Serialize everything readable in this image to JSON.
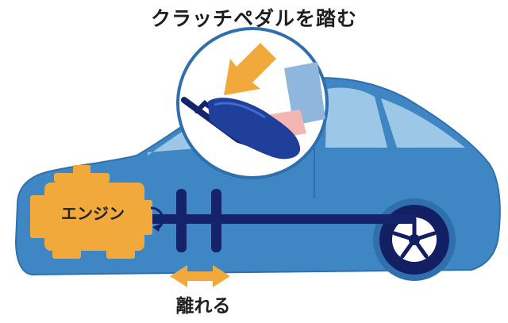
{
  "title": "クラッチペダルを踏む",
  "labels": {
    "engine": "エンジン",
    "release": "離れる"
  },
  "colors": {
    "car_body": "#3f86c5",
    "car_outline": "#2f6fae",
    "window": "#9cc7e6",
    "engine": "#f2a93b",
    "clutch_plate": "#15236b",
    "arrow": "#f2a93b",
    "wheel": "#122063",
    "shoe": "#1f3f9a",
    "sock": "#f4b6b0",
    "leg": "#8fb6dc"
  },
  "icons": {
    "engine": "engine-icon",
    "wheel": "wheel-icon",
    "pedal": "clutch-pedal-icon",
    "press_arrow": "press-arrow-icon",
    "release_arrow": "double-arrow-icon"
  }
}
